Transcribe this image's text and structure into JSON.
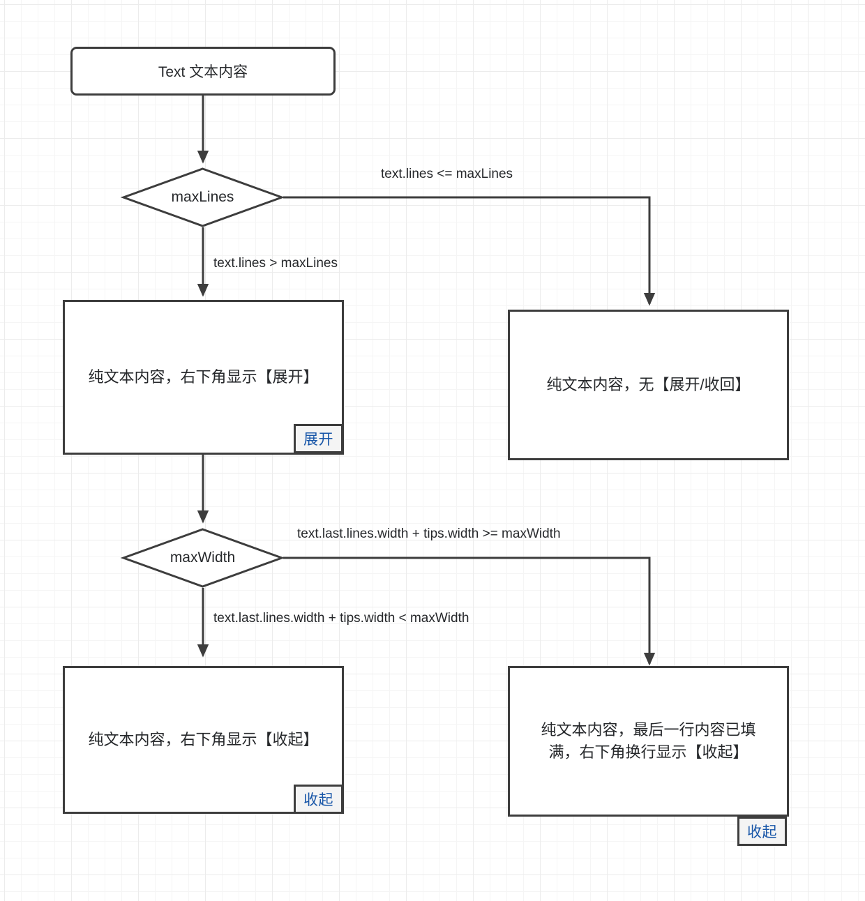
{
  "diagram": {
    "title": "Text component expand/collapse decision flow",
    "colors": {
      "stroke": "#3d3d3d",
      "text": "#26282b",
      "badge_fill": "#f4f4f4",
      "badge_text": "#1856a8",
      "grid_minor": "#f5f5f5",
      "grid_major": "#ececec",
      "canvas": "#ffffff"
    },
    "nodes": {
      "start": {
        "label": "Text 文本内容"
      },
      "decision_max_lines": {
        "label": "maxLines"
      },
      "decision_max_width": {
        "label": "maxWidth"
      },
      "box_expand": {
        "label": "纯文本内容，右下角显示【展开】"
      },
      "box_no_tips": {
        "label": "纯文本内容，无【展开/收回】"
      },
      "box_collapse_inline": {
        "label": "纯文本内容，右下角显示【收起】"
      },
      "box_collapse_wrapped": {
        "line1": "纯文本内容，最后一行内容已填",
        "line2": "满，右下角换行显示【收起】"
      }
    },
    "badges": {
      "expand": "展开",
      "collapse_inline": "收起",
      "collapse_wrapped": "收起"
    },
    "edge_labels": {
      "lines_le_max": "text.lines <= maxLines",
      "lines_gt_max": "text.lines > maxLines",
      "width_ge_max": "text.last.lines.width + tips.width >= maxWidth",
      "width_lt_max": "text.last.lines.width + tips.width < maxWidth"
    }
  }
}
